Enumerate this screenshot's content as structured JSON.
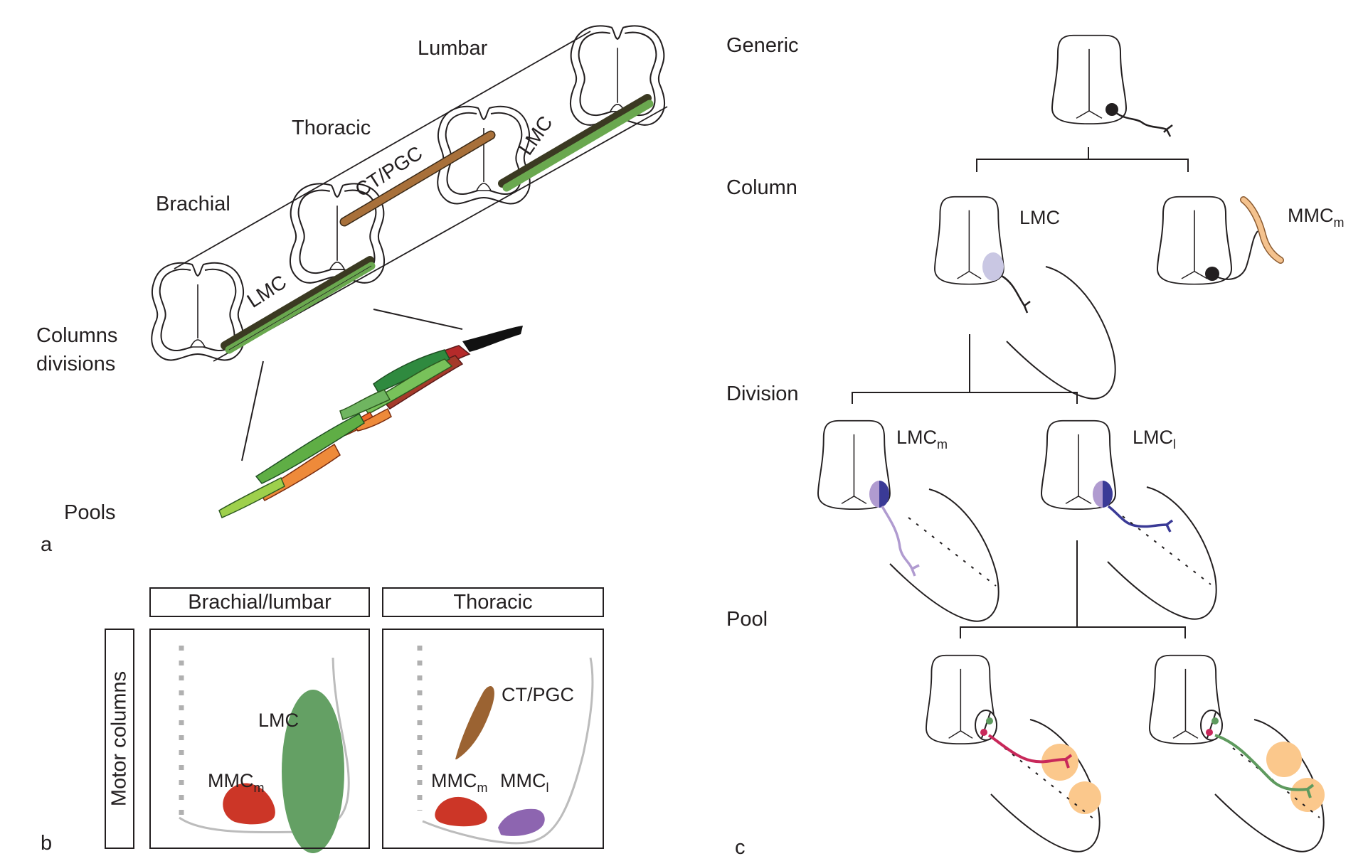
{
  "figure": {
    "panels": [
      "a",
      "b",
      "c"
    ]
  },
  "panel_a": {
    "letter": "a",
    "segment_labels": {
      "brachial": "Brachial",
      "thoracic": "Thoracic",
      "lumbar": "Lumbar"
    },
    "row_labels": {
      "columns_line1": "Columns",
      "columns_line2": "divisions",
      "pools": "Pools"
    },
    "column_labels": {
      "brachial_lmc": "LMC",
      "thoracic_column": "CT/PGC",
      "lumbar_lmc": "LMC"
    },
    "colors": {
      "lmc_rod": "#6aa84f",
      "lmc_rod_shadow": "#3b3a22",
      "ctpgc_rod": "#a8703a"
    }
  },
  "panel_b": {
    "letter": "b",
    "row_label": "Motor columns",
    "headers": [
      "Brachial/lumbar",
      "Thoracic"
    ],
    "brachial_lumbar": {
      "lmc": "LMC",
      "mmc_m": {
        "base": "MMC",
        "sub": "m"
      }
    },
    "thoracic": {
      "ct_pgc": "CT/PGC",
      "mmc_m": {
        "base": "MMC",
        "sub": "m"
      },
      "mmc_l": {
        "base": "MMC",
        "sub": "l"
      }
    },
    "colors": {
      "lmc": "#64a064",
      "mmc_m": "#cc3627",
      "mmc_l": "#8d65b0",
      "ct_pgc": "#9b6332",
      "outline": "#bcbcbc"
    }
  },
  "panel_c": {
    "letter": "c",
    "levels": [
      "Generic",
      "Column",
      "Division",
      "Pool"
    ],
    "column_labels": {
      "lmc": "LMC",
      "mmc_m": {
        "base": "MMC",
        "sub": "m"
      }
    },
    "division_labels": {
      "lmc_m": {
        "base": "LMC",
        "sub": "m"
      },
      "lmc_l": {
        "base": "LMC",
        "sub": "l"
      }
    },
    "colors": {
      "lmc_soma": "#c9c7e3",
      "lmc_m_axon": "#b09bd0",
      "lmc_l_axon": "#3a3a96",
      "pool_red": "#c8285a",
      "pool_green": "#5e9a5e",
      "muscle_target": "#fbc88c",
      "mmc_target": "#f4c28e"
    }
  }
}
